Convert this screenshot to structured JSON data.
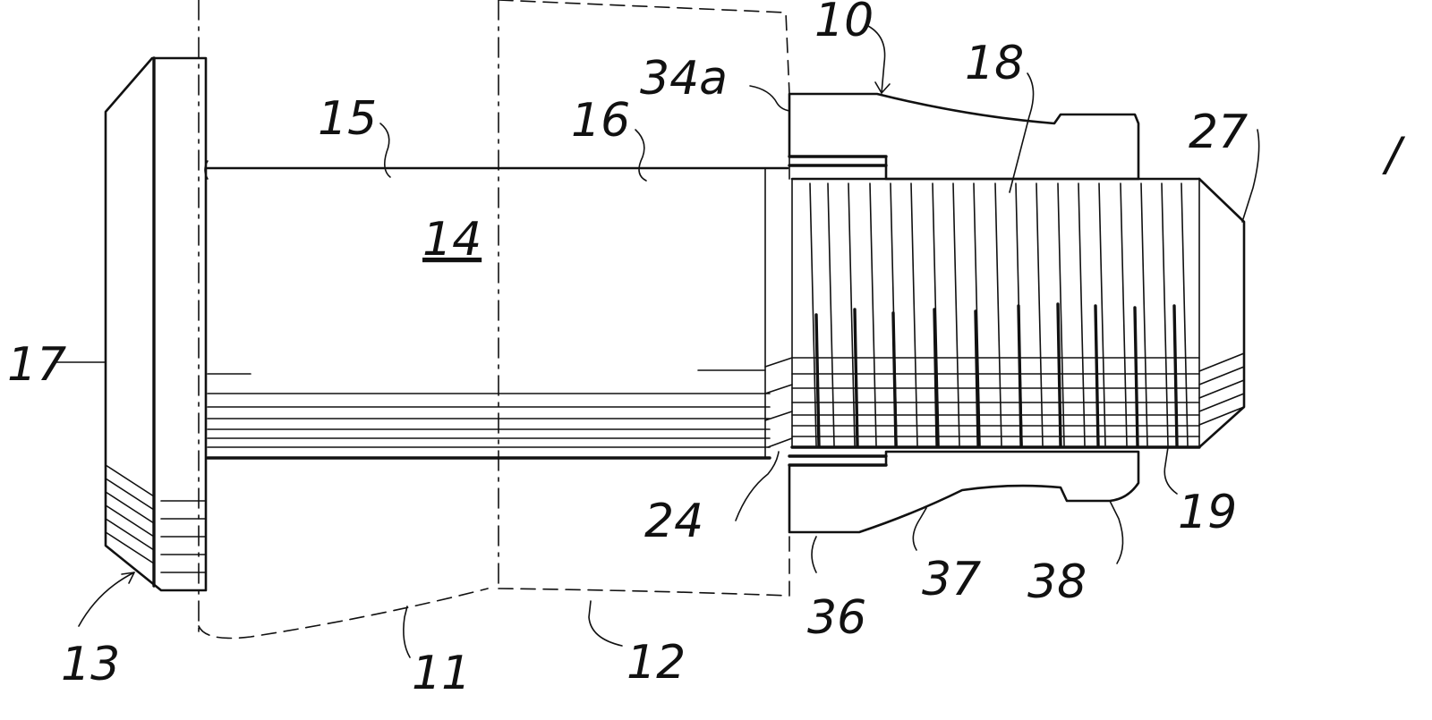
{
  "figure": {
    "background": "#ffffff",
    "ink": "#111111",
    "reference_numerals": {
      "n10": "10",
      "n11": "11",
      "n12": "12",
      "n13": "13",
      "n14": "14",
      "n15": "15",
      "n16": "16",
      "n17": "17",
      "n19": "19",
      "n24": "24",
      "n27": "27",
      "n34a": "34a",
      "n36": "36",
      "n37": "37",
      "n38": "38",
      "n18": "18",
      "edge_mark": "/"
    }
  }
}
